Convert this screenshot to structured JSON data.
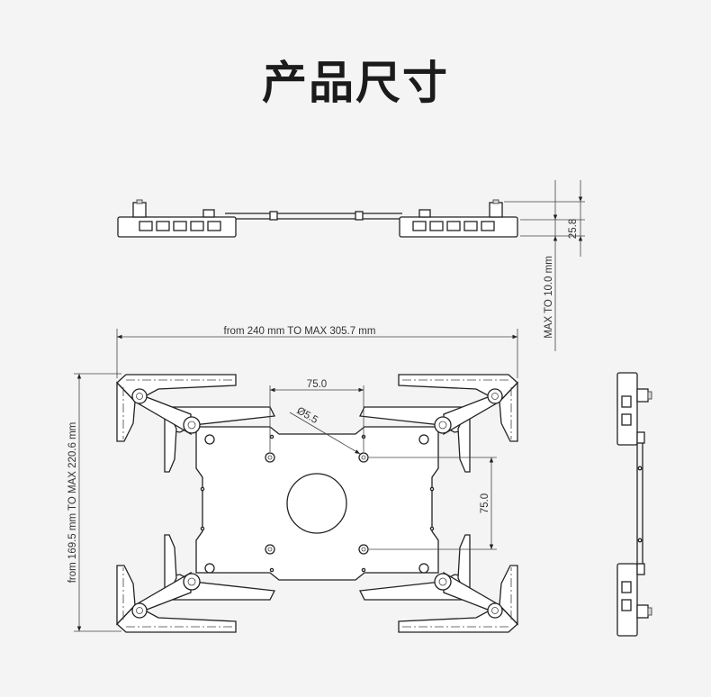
{
  "title": "产品尺寸",
  "dimensions": {
    "side_height": "25.8",
    "min_height": "MAX TO 10.0 mm",
    "width_range": "from 240 mm TO MAX 305.7 mm",
    "height_range": "from 169.5 mm TO MAX 220.6 mm",
    "hole_spacing_h": "75.0",
    "hole_spacing_v": "75.0",
    "hole_diameter": "Ø5.5"
  }
}
